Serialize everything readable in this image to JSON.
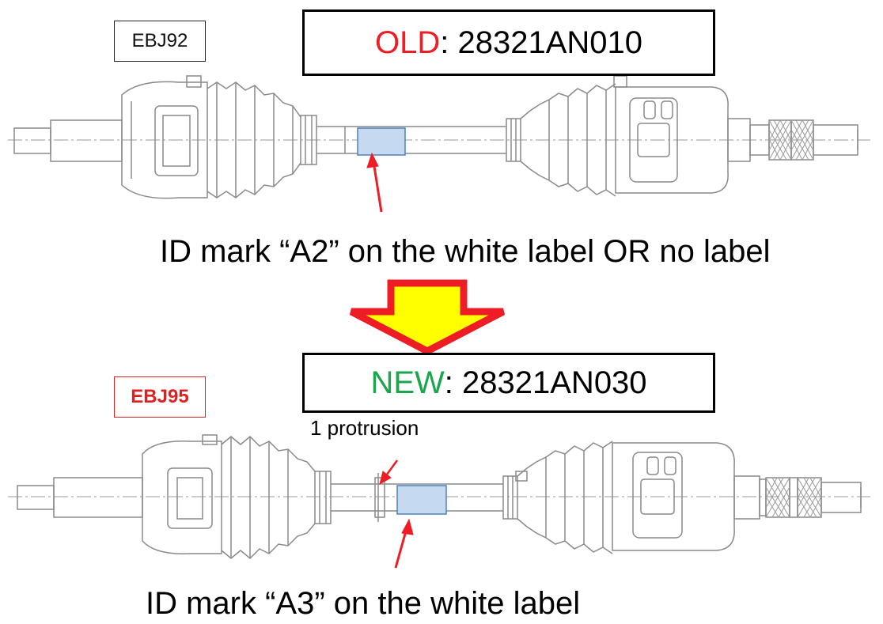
{
  "top": {
    "code": "EBJ92",
    "status_label": "OLD",
    "separator": ":",
    "part_number": "28321AN010",
    "caption": "ID mark “A2” on the white label OR no label"
  },
  "bottom": {
    "code": "EBJ95",
    "status_label": "NEW",
    "separator": ":",
    "part_number": "28321AN030",
    "protrusion_note": "1 protrusion",
    "caption": "ID mark “A3” on the white label"
  },
  "colors": {
    "old_label": "#ee1c24",
    "new_label": "#1aa64a",
    "arrow_fill": "#ffff00",
    "arrow_outline": "#ee1c24",
    "label_patch": "#c5d9f1",
    "label_patch_border": "#4f81bd",
    "pointer": "#ee1c24"
  },
  "icons": [
    "down-arrow-icon",
    "pointer-arrow-icon"
  ]
}
